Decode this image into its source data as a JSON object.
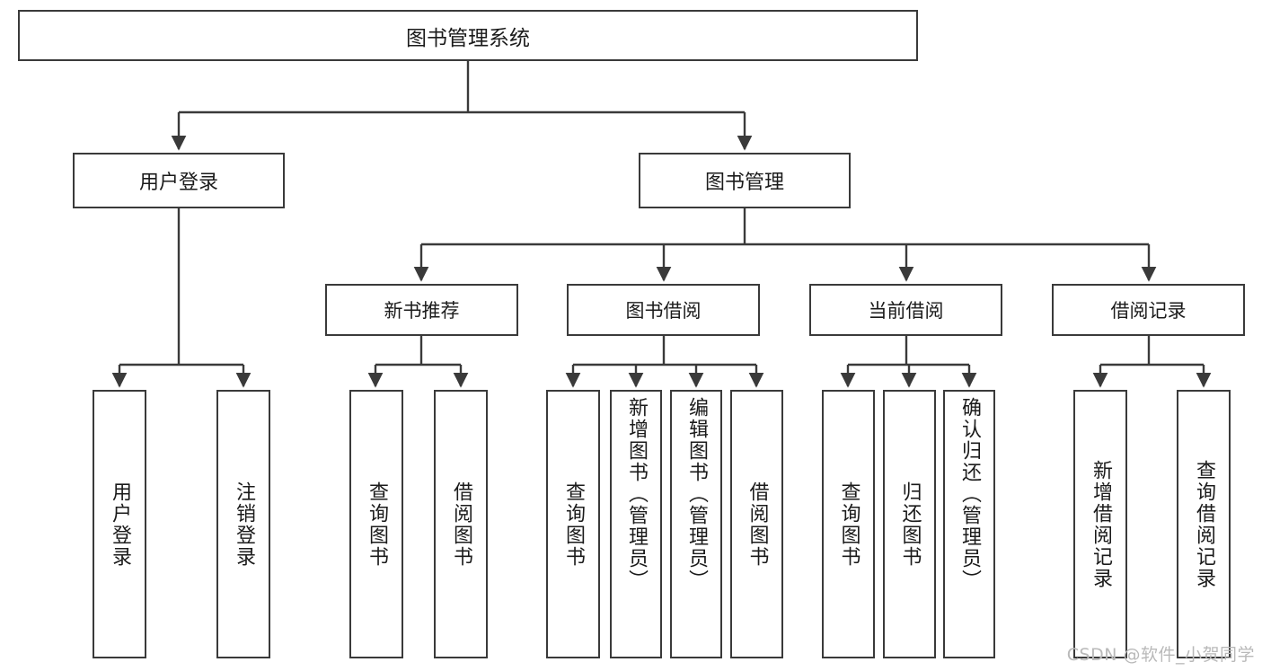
{
  "diagram": {
    "title": "图书管理系统",
    "type": "tree-structure-chart",
    "root": {
      "label": "图书管理系统"
    },
    "level2": [
      {
        "label": "用户登录"
      },
      {
        "label": "图书管理"
      }
    ],
    "level3": [
      {
        "label": "新书推荐"
      },
      {
        "label": "图书借阅"
      },
      {
        "label": "当前借阅"
      },
      {
        "label": "借阅记录"
      }
    ],
    "leaves": [
      {
        "label": "用户登录"
      },
      {
        "label": "注销登录"
      },
      {
        "label": "查询图书"
      },
      {
        "label": "借阅图书"
      },
      {
        "label": "查询图书"
      },
      {
        "label": "新增图书（管理员）"
      },
      {
        "label": "编辑图书（管理员）"
      },
      {
        "label": "借阅图书"
      },
      {
        "label": "查询图书"
      },
      {
        "label": "归还图书"
      },
      {
        "label": "确认归还（管理员）"
      },
      {
        "label": "新增借阅记录"
      },
      {
        "label": "查询借阅记录"
      }
    ]
  },
  "watermark": {
    "text": "CSDN @软件_小贺同学"
  },
  "colors": {
    "border": "#3a3a3a",
    "text": "#1b1b1b",
    "background": "#ffffff",
    "watermark": "#b9b9b9"
  }
}
